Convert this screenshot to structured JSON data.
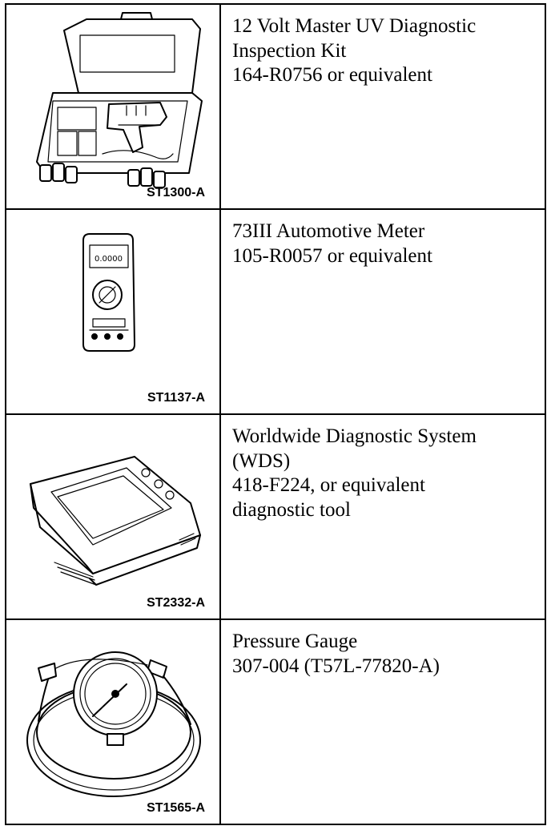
{
  "items": [
    {
      "code": "ST1300-A",
      "icon": "uv-diagnostic-kit-illustration",
      "lines": [
        "12 Volt Master UV Diagnostic",
        "Inspection Kit",
        "164-R0756 or equivalent"
      ]
    },
    {
      "code": "ST1137-A",
      "icon": "automotive-meter-illustration",
      "lines": [
        "73III Automotive Meter",
        "105-R0057 or equivalent"
      ]
    },
    {
      "code": "ST2332-A",
      "icon": "diagnostic-system-illustration",
      "lines": [
        "Worldwide Diagnostic System",
        "(WDS)",
        "418-F224, or equivalent",
        "diagnostic tool"
      ]
    },
    {
      "code": "ST1565-A",
      "icon": "pressure-gauge-illustration",
      "lines": [
        "Pressure Gauge",
        "307-004 (T57L-77820-A)"
      ]
    }
  ]
}
